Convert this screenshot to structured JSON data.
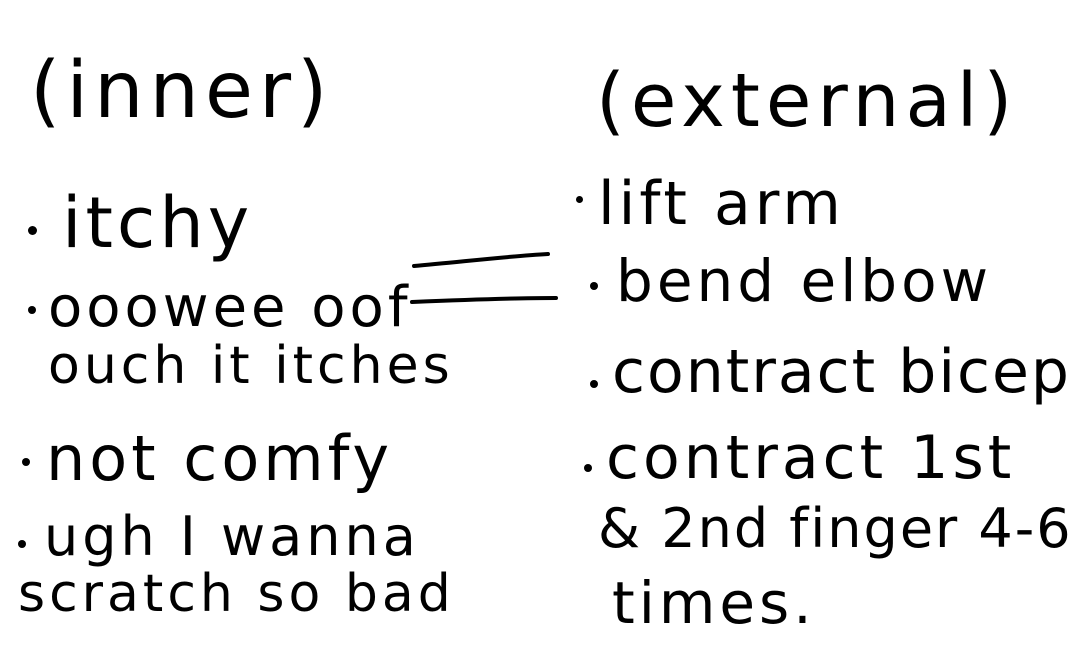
{
  "left": {
    "title": "(inner)",
    "items": [
      {
        "lines": [
          "itchy"
        ]
      },
      {
        "lines": [
          "ooowee oof",
          "ouch it itches"
        ]
      },
      {
        "lines": [
          "not comfy"
        ]
      },
      {
        "lines": [
          "ugh I wanna",
          "scratch so bad"
        ]
      }
    ]
  },
  "right": {
    "title": "(external)",
    "items": [
      {
        "lines": [
          "lift arm"
        ]
      },
      {
        "lines": [
          "bend elbow"
        ]
      },
      {
        "lines": [
          "contract bicep"
        ]
      },
      {
        "lines": [
          "contract 1st",
          "& 2nd finger 4-6",
          "times."
        ]
      }
    ]
  },
  "connector": {
    "symbol": "="
  }
}
